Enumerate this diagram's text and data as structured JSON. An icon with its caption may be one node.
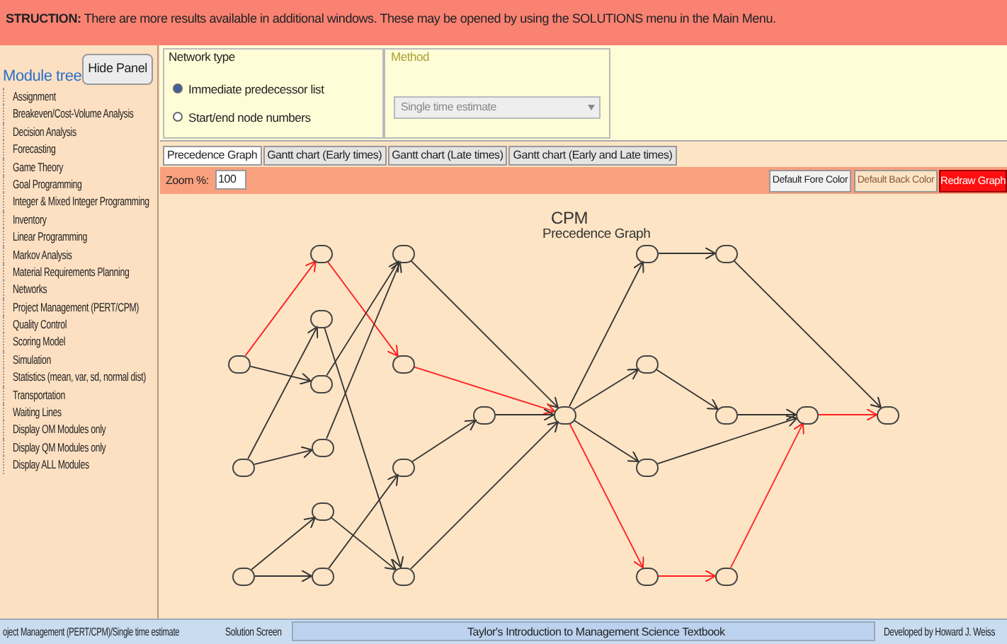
{
  "diagram": {
    "nodes": [
      {
        "text": [],
        "shape": "circle"
      },
      {
        "text": [],
        "shape": "circle"
      },
      {
        "text": [],
        "shape": "circle"
      },
      {
        "text": [],
        "shape": "circle"
      },
      {
        "text": [],
        "shape": "circle"
      },
      {
        "text": [],
        "shape": "circle"
      },
      {
        "text": [],
        "shape": "circle"
      },
      {
        "text": [],
        "shape": "circle"
      },
      {
        "text": [],
        "shape": "circle"
      },
      {
        "text": [],
        "shape": "circle"
      },
      {
        "text": [],
        "shape": "circle"
      },
      {
        "text": [],
        "shape": "circle"
      },
      {
        "text": [],
        "shape": "circle"
      },
      {
        "text": [],
        "shape": "circle"
      },
      {
        "text": [],
        "shape": "circle"
      },
      {
        "text": [],
        "shape": "circle"
      },
      {
        "text": [],
        "shape": "circle"
      },
      {
        "text": [],
        "shape": "circle"
      },
      {
        "text": [],
        "shape": "circle"
      },
      {
        "text": [],
        "shape": "circle"
      },
      {
        "text": [],
        "shape": "circle"
      },
      {
        "text": [],
        "shape": "circle"
      },
      {
        "text": [],
        "shape": "circle"
      },
      {
        "text": [],
        "shape": "circle"
      }
    ],
    "edges": [
      {
        "from": 0,
        "to": 3,
        "arrow": "to",
        "color": "#ff2020"
      },
      {
        "from": 0,
        "to": 5,
        "arrow": "to"
      },
      {
        "from": 1,
        "to": 4,
        "arrow": "to"
      },
      {
        "from": 1,
        "to": 6,
        "arrow": "to"
      },
      {
        "from": 2,
        "to": 7,
        "arrow": "to"
      },
      {
        "from": 2,
        "to": 8,
        "arrow": "to"
      },
      {
        "from": 3,
        "to": 10,
        "arrow": "to",
        "color": "#ff2020"
      },
      {
        "from": 5,
        "to": 9,
        "arrow": "to"
      },
      {
        "from": 6,
        "to": 9,
        "arrow": "to"
      },
      {
        "from": 4,
        "to": 12,
        "arrow": "to"
      },
      {
        "from": 7,
        "to": 12,
        "arrow": "to"
      },
      {
        "from": 8,
        "to": 11,
        "arrow": "to"
      },
      {
        "from": 9,
        "to": 14,
        "arrow": "to"
      },
      {
        "from": 10,
        "to": 14,
        "arrow": "to",
        "color": "#ff2020"
      },
      {
        "from": 11,
        "to": 13,
        "arrow": "to"
      },
      {
        "from": 13,
        "to": 14,
        "arrow": "to"
      },
      {
        "from": 12,
        "to": 14,
        "arrow": "to"
      },
      {
        "from": 14,
        "to": 15,
        "arrow": "to"
      },
      {
        "from": 14,
        "to": 16,
        "arrow": "to"
      },
      {
        "from": 14,
        "to": 17,
        "arrow": "to"
      },
      {
        "from": 14,
        "to": 18,
        "arrow": "to",
        "color": "#ff2020"
      },
      {
        "from": 15,
        "to": 19,
        "arrow": "to"
      },
      {
        "from": 19,
        "to": 22,
        "arrow": "to"
      },
      {
        "from": 16,
        "to": 20,
        "arrow": "to"
      },
      {
        "from": 20,
        "to": 21,
        "arrow": "to"
      },
      {
        "from": 17,
        "to": 21,
        "arrow": "to"
      },
      {
        "from": 21,
        "to": 22,
        "arrow": "to",
        "color": "#ff2020"
      },
      {
        "from": 18,
        "to": 23,
        "arrow": "to",
        "color": "#ff2020"
      },
      {
        "from": 23,
        "to": 21,
        "arrow": "to",
        "color": "#ff2020"
      }
    ],
    "labels": [
      "**STRUCTION:** There are more results available in additional windows. These may be opened by using the SOLUTIONS menu in the Main Menu.",
      "Module tree",
      "Hide Panel",
      "Assignment",
      "Breakeven/Cost-Volume Analysis",
      "Decision Analysis",
      "Forecasting",
      "Game Theory",
      "Goal Programming",
      "Integer & Mixed Integer Programming",
      "Inventory",
      "Linear Programming",
      "Markov Analysis",
      "Material Requirements Planning",
      "Networks",
      "Project Management (PERT/CPM)",
      "Quality Control",
      "Scoring Model",
      "Simulation",
      "Statistics (mean, var, sd, normal dist)",
      "Transportation",
      "Waiting Lines",
      "Display OM Modules only",
      "Display QM Modules only",
      "Display ALL Modules",
      "Network type",
      "Immediate predecessor list",
      "Start/end node numbers",
      "Method",
      "Single time estimate",
      "Precedence Graph",
      "Gantt chart (Early times)",
      "Gantt chart (Late times)",
      "Gantt chart (Early and Late times)",
      "Zoom %:",
      "100",
      "Default Fore Color",
      "Default Back Color",
      "Redraw Graph",
      "CPM",
      "Precedence Graph",
      "oject Management (PERT/CPM)/Single time estimate",
      "Solution Screen",
      "Taylor's Introduction to Management Science Textbook",
      "Developed by Howard J. Weiss"
    ]
  }
}
